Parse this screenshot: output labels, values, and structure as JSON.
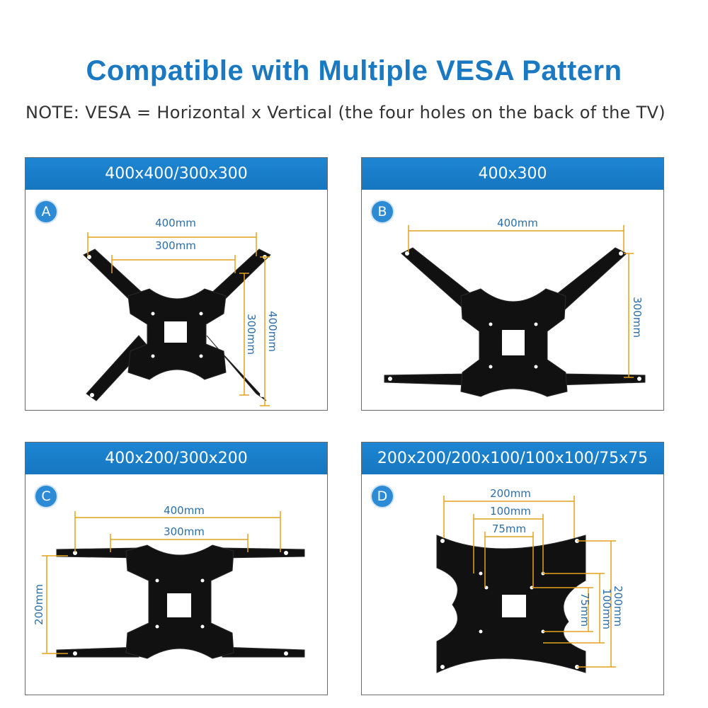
{
  "title": "Compatible with Multiple VESA Pattern",
  "note": "NOTE: VESA = Horizontal x Vertical (the four holes on the back of the TV)",
  "colors": {
    "accent": "#1b79c2",
    "header": "#1a7dca",
    "dimension": "#e3a21a",
    "bracket": "#111111"
  },
  "panels": [
    {
      "badge": "A",
      "header": "400x400/300x300",
      "dims": {
        "h1": "400mm",
        "h2": "300mm",
        "v1": "300mm",
        "v2": "400mm"
      }
    },
    {
      "badge": "B",
      "header": "400x300",
      "dims": {
        "h1": "400mm",
        "v1": "300mm"
      }
    },
    {
      "badge": "C",
      "header": "400x200/300x200",
      "dims": {
        "h1": "400mm",
        "h2": "300mm",
        "v1": "200mm"
      }
    },
    {
      "badge": "D",
      "header": "200x200/200x100/100x100/75x75",
      "dims": {
        "h1": "200mm",
        "h2": "100mm",
        "h3": "75mm",
        "v1": "75mm",
        "v2": "100mm",
        "v3": "200mm"
      }
    }
  ]
}
